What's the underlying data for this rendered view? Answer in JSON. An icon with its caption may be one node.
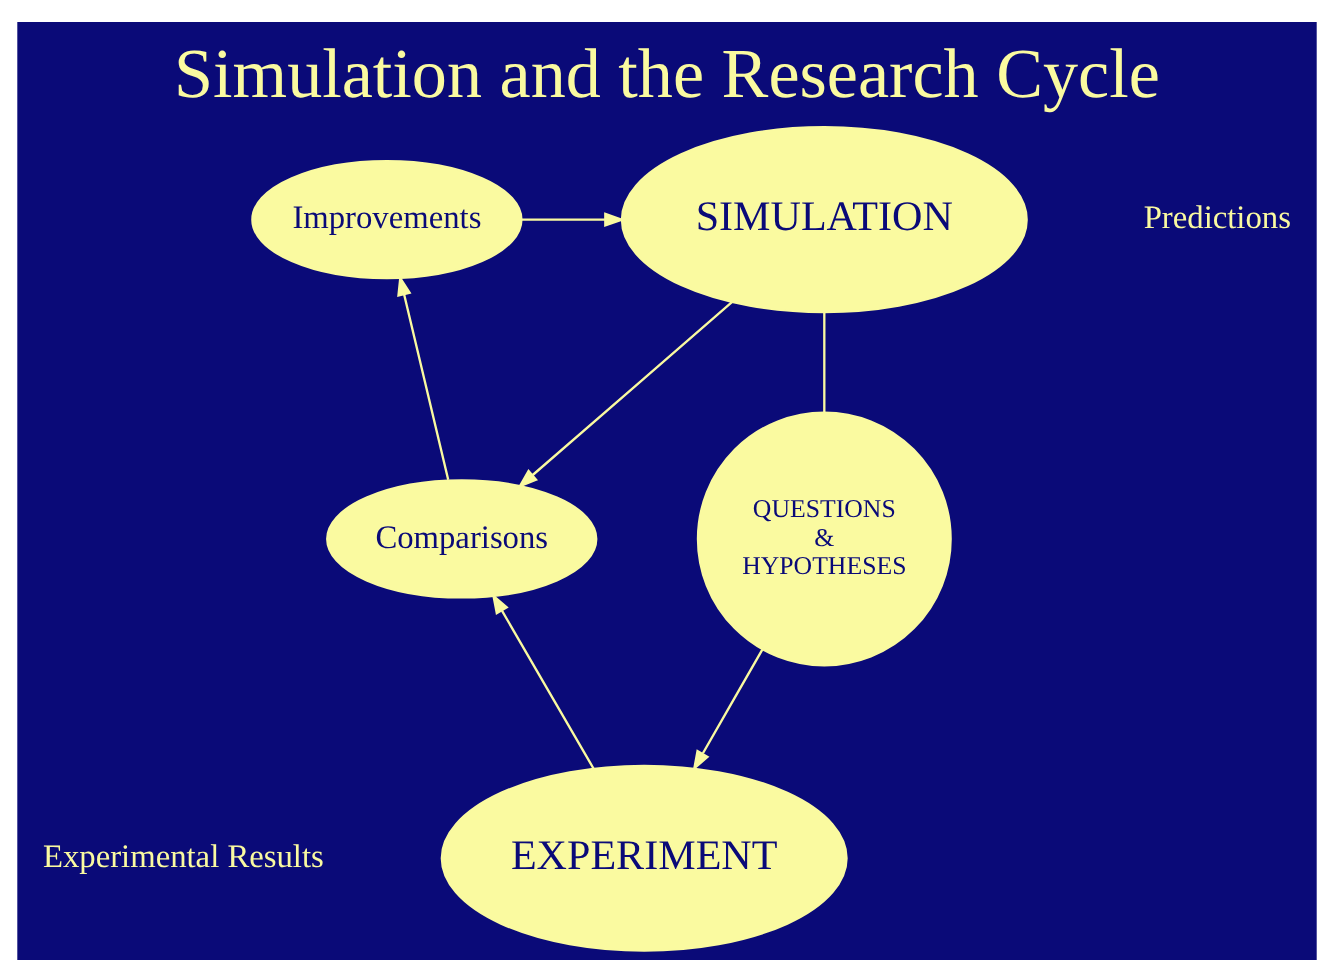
{
  "diagram": {
    "title": "Simulation and the Research Cycle",
    "nodes": [
      {
        "text": [
          "SIMULATION"
        ]
      },
      {
        "text": [
          "QUESTIONS & HYPOTHESES"
        ]
      },
      {
        "text": [
          "EXPERIMENT"
        ]
      },
      {
        "text": [
          "Comparisons"
        ]
      },
      {
        "text": [
          "Improvements"
        ]
      }
    ],
    "edges": [
      {
        "from": 0,
        "to": 1,
        "arrow": "none"
      },
      {
        "from": 0,
        "to": 3,
        "arrow": "to"
      },
      {
        "from": 1,
        "to": 2,
        "arrow": "to"
      },
      {
        "from": 2,
        "to": 3,
        "arrow": "to"
      },
      {
        "from": 3,
        "to": 4,
        "arrow": "to"
      },
      {
        "from": 4,
        "to": 0,
        "arrow": "to"
      }
    ],
    "labels": [
      "Predictions",
      "Experimental Results"
    ]
  }
}
